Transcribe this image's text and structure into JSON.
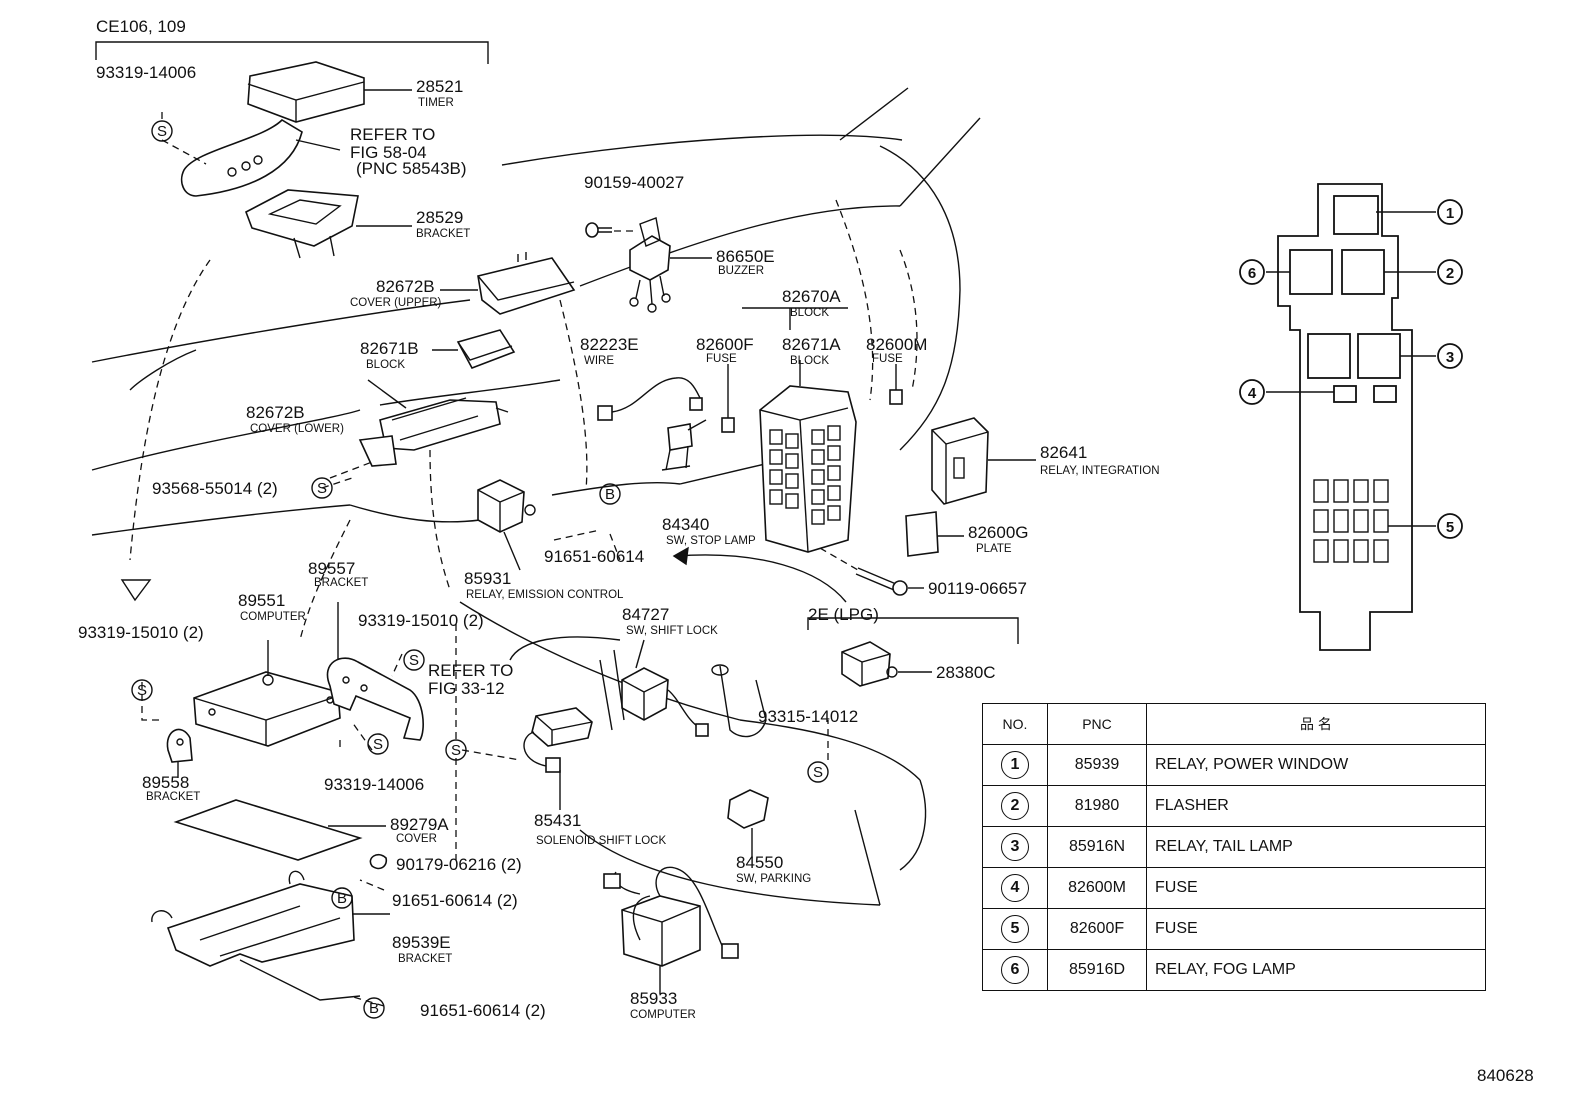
{
  "diagram": {
    "group_header": "CE106, 109",
    "figure_number": "840628",
    "variant_lpg": "2E (LPG)",
    "callouts": {
      "p28521": "28521",
      "p28521_name": "TIMER",
      "p93319_14006_top": "93319-14006",
      "refer_58_l1": "REFER TO",
      "refer_58_l2": "FIG 58-04",
      "refer_58_l3": "(PNC 58543B)",
      "p28529": "28529",
      "p28529_name": "BRACKET",
      "p90159": "90159-40027",
      "p86650e": "86650E",
      "p86650e_name": "BUZZER",
      "p82672b_u": "82672B",
      "p82672b_u_name": "COVER (UPPER)",
      "p82670a": "82670A",
      "p82670a_name": "BLOCK",
      "p82671b": "82671B",
      "p82671b_name": "BLOCK",
      "p82223e": "82223E",
      "p82223e_name": "WIRE",
      "p82600f": "82600F",
      "p82600f_name": "FUSE",
      "p82671a": "82671A",
      "p82671a_name": "BLOCK",
      "p82600m": "82600M",
      "p82600m_name": "FUSE",
      "p82672b_l": "82672B",
      "p82672b_l_name": "COVER (LOWER)",
      "p82641": "82641",
      "p82641_name": "RELAY, INTEGRATION",
      "p93568": "93568-55014 (2)",
      "p84340": "84340",
      "p84340_name": "SW, STOP LAMP",
      "p82600g": "82600G",
      "p82600g_name": "PLATE",
      "p85931": "85931",
      "p85931_name": "RELAY, EMISSION CONTROL",
      "p91651_mid": "91651-60614",
      "p90119": "90119-06657",
      "p89557": "89557",
      "p89557_name": "BRACKET",
      "p89551": "89551",
      "p89551_name": "COMPUTER",
      "p84727": "84727",
      "p84727_name": "SW, SHIFT LOCK",
      "p93319_15010_l": "93319-15010 (2)",
      "p93319_15010_c": "93319-15010 (2)",
      "refer_33_l1": "REFER TO",
      "refer_33_l2": "FIG 33-12",
      "p28380c": "28380C",
      "p93315": "93315-14012",
      "p89558": "89558",
      "p89558_name": "BRACKET",
      "p93319_14006_bot": "93319-14006",
      "p85431": "85431",
      "p85431_name": "SOLENOID SHIFT LOCK",
      "p89279a": "89279A",
      "p89279a_name": "COVER",
      "p84550": "84550",
      "p84550_name": "SW, PARKING",
      "p90179": "90179-06216 (2)",
      "p91651_b1": "91651-60614 (2)",
      "p89539e": "89539E",
      "p89539e_name": "BRACKET",
      "p85933": "85933",
      "p85933_name": "COMPUTER",
      "p91651_b2": "91651-60614 (2)",
      "sym_s": "S",
      "sym_b": "B"
    },
    "relay_block_labels": [
      "1",
      "2",
      "3",
      "4",
      "5",
      "6"
    ]
  },
  "parts_table": {
    "headers": [
      "NO.",
      "PNC",
      "品 名"
    ],
    "rows": [
      {
        "no": "1",
        "pnc": "85939",
        "name": "RELAY, POWER WINDOW"
      },
      {
        "no": "2",
        "pnc": "81980",
        "name": "FLASHER"
      },
      {
        "no": "3",
        "pnc": "85916N",
        "name": "RELAY, TAIL LAMP"
      },
      {
        "no": "4",
        "pnc": "82600M",
        "name": "FUSE"
      },
      {
        "no": "5",
        "pnc": "82600F",
        "name": "FUSE"
      },
      {
        "no": "6",
        "pnc": "85916D",
        "name": "RELAY, FOG LAMP"
      }
    ]
  }
}
